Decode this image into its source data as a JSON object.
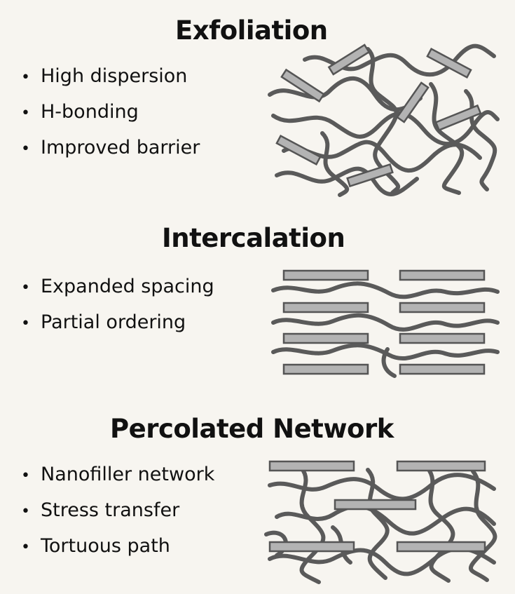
{
  "sections": [
    {
      "title": "Exfoliation",
      "bullets": [
        "High dispersion",
        "H-bonding",
        "Improved barrier"
      ]
    },
    {
      "title": "Intercalation",
      "bullets": [
        "Expanded spacing",
        "Partial ordering"
      ]
    },
    {
      "title": "Percolated Network",
      "bullets": [
        "Nanofiller network",
        "Stress transfer",
        "Tortuous path"
      ]
    }
  ],
  "colors": {
    "background": "#f7f5f0",
    "polymer_chain": "#5a5a5a",
    "filler_sheet": "#b3b3b3"
  }
}
